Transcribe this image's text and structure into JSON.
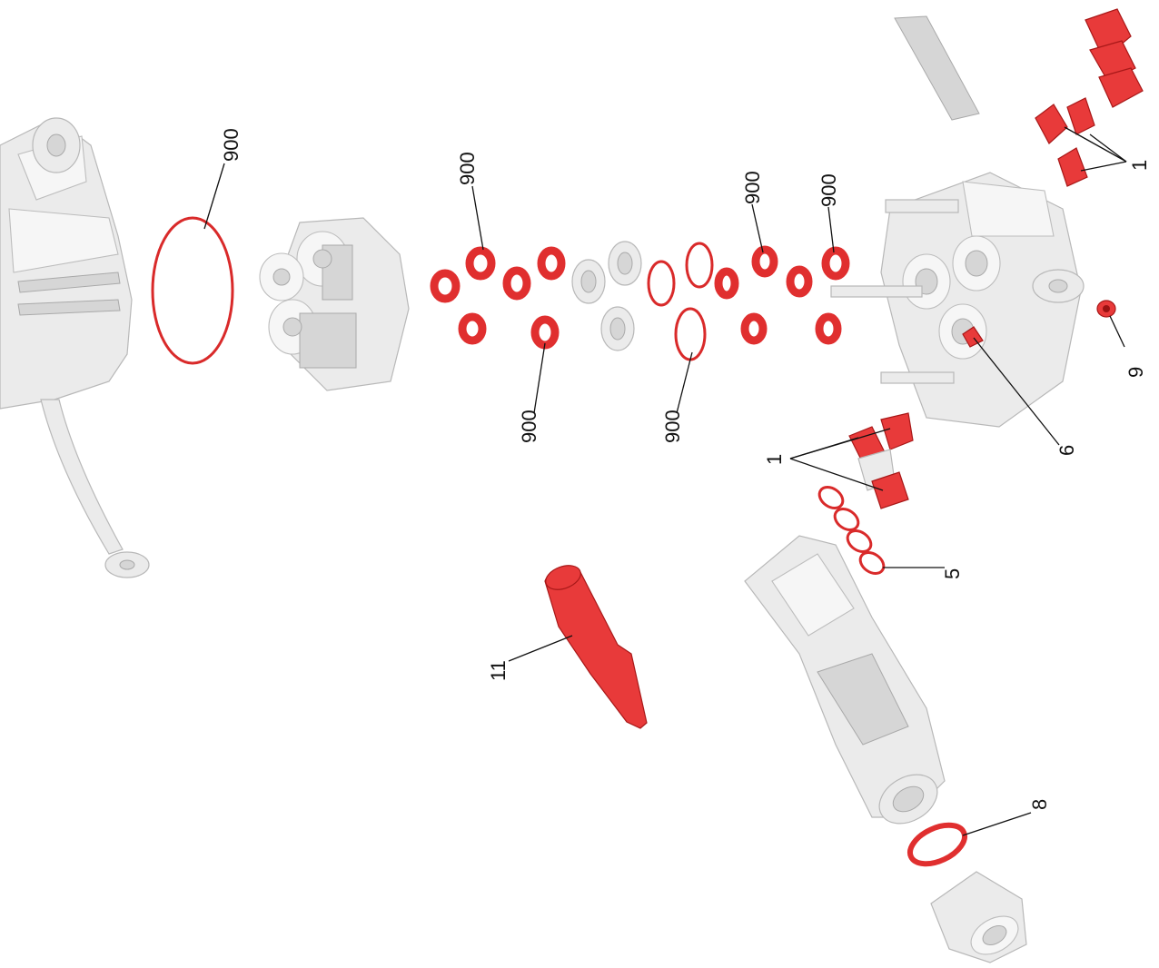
{
  "diagram": {
    "callouts": [
      {
        "id": "ring-top",
        "label": "900"
      },
      {
        "id": "valve-top",
        "label": "900"
      },
      {
        "id": "valve-bottom-left",
        "label": "900"
      },
      {
        "id": "oring-center",
        "label": "900"
      },
      {
        "id": "seal-right-1",
        "label": "900"
      },
      {
        "id": "seal-right-2",
        "label": "900"
      },
      {
        "id": "valves-top-right",
        "label": "1"
      },
      {
        "id": "valves-middle",
        "label": "1"
      },
      {
        "id": "plug-9",
        "label": "9"
      },
      {
        "id": "part-6",
        "label": "6"
      },
      {
        "id": "gasket-5",
        "label": "5"
      },
      {
        "id": "oring-8",
        "label": "8"
      },
      {
        "id": "tube-11",
        "label": "11"
      }
    ],
    "colors": {
      "highlight_part": "#e83a3a",
      "housing": "#ebebeb",
      "text": "#111111"
    }
  }
}
